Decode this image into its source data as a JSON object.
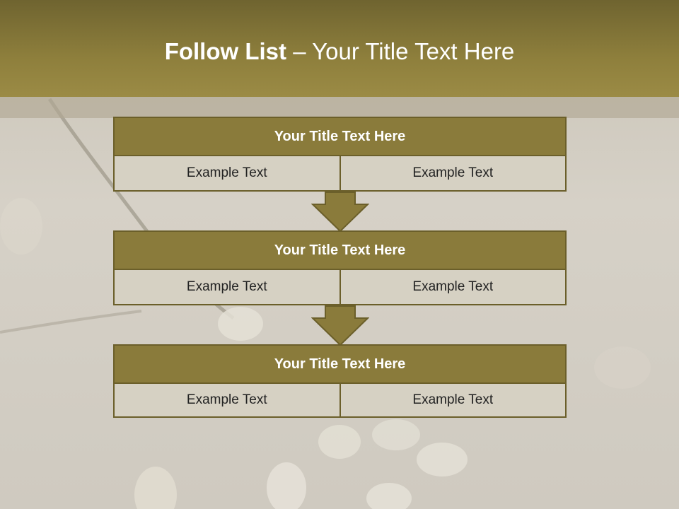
{
  "slide": {
    "title_bold": "Follow List",
    "title_rest": " – Your Title Text Here"
  },
  "blocks": [
    {
      "title": "Your Title Text Here",
      "cells": [
        "Example Text",
        "Example Text"
      ]
    },
    {
      "title": "Your Title Text Here",
      "cells": [
        "Example Text",
        "Example Text"
      ]
    },
    {
      "title": "Your Title Text Here",
      "cells": [
        "Example Text",
        "Example Text"
      ]
    }
  ],
  "colors": {
    "header": "#8e7f3c",
    "block_title": "#8a7b3b",
    "cell": "#d6d1c3",
    "border": "#6b5f2a"
  },
  "icons": {
    "arrow": "down-arrow-icon"
  }
}
